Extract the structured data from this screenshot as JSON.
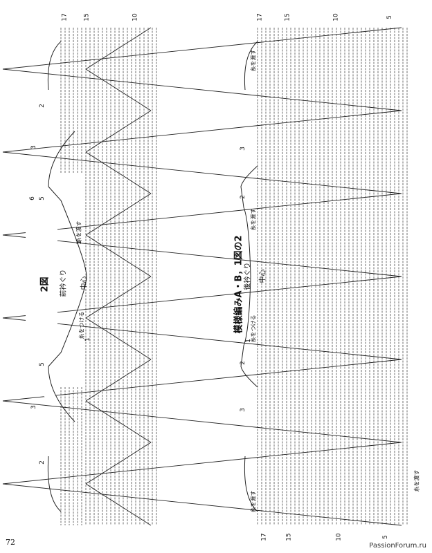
{
  "page": {
    "page_number": "72",
    "watermark": "PassionForum.ru",
    "main_title": "模様編みA・B，1図の2"
  },
  "diagram_top": {
    "figure_label": "2図",
    "neck_label": "前衿ぐり",
    "center_label": "中心",
    "attach_yarn": "糸をつける",
    "carry_yarn": "糸を渡す",
    "row_numbers": [
      "17",
      "15",
      "10",
      "6",
      "5",
      "3",
      "2",
      "1",
      "1",
      "2",
      "3",
      "5"
    ]
  },
  "diagram_bottom": {
    "neck_label": "後衿ぐり",
    "center_label": "中心",
    "attach_yarn": "糸をつける",
    "carry_yarn_a": "糸を渡す",
    "carry_yarn_b": "糸を渡す",
    "carry_yarn_c": "糸を渡す",
    "carry_yarn_d": "糸を渡す",
    "row_numbers": [
      "17",
      "15",
      "10",
      "5",
      "3",
      "2",
      "1",
      "2",
      "3",
      "5",
      "10",
      "15",
      "17"
    ]
  }
}
